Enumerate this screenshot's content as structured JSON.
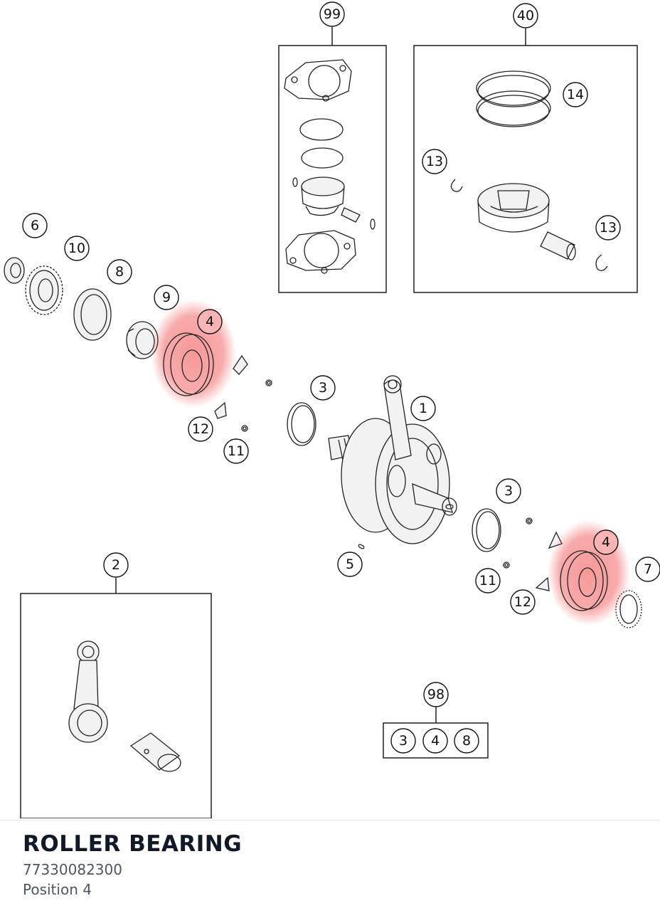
{
  "part": {
    "title": "ROLLER BEARING",
    "number": "77330082300",
    "position_label": "Position 4"
  },
  "highlight_color": "#ef4444",
  "callouts": {
    "c99": "99",
    "c40": "40",
    "c14": "14",
    "c13a": "13",
    "c13b": "13",
    "c6": "6",
    "c10": "10",
    "c8": "8",
    "c9": "9",
    "c4a": "4",
    "c3a": "3",
    "c1": "1",
    "c12a": "12",
    "c11a": "11",
    "c3b": "3",
    "c4b": "4",
    "c7": "7",
    "c5": "5",
    "c11b": "11",
    "c12b": "12",
    "c2": "2",
    "c98": "98",
    "k3": "3",
    "k4": "4",
    "k8": "8"
  }
}
